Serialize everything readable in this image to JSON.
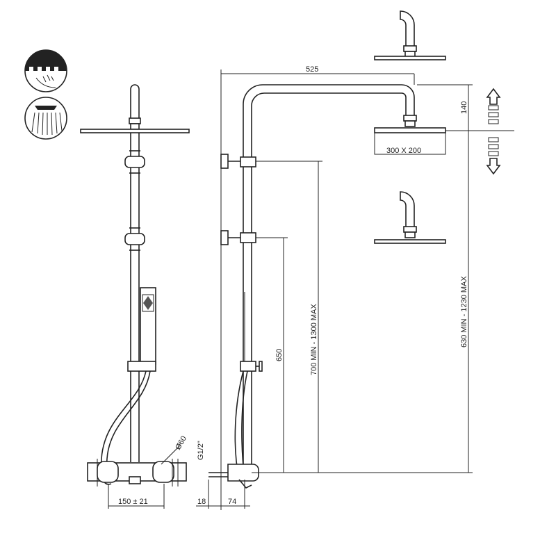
{
  "dimensions": {
    "arm_length": "525",
    "head_drop": "140",
    "head_size": "300 X 200",
    "bar_height_range": "700 MIN - 1300 MAX",
    "slider_height": "650",
    "total_range": "630 MIN - 1230 MAX",
    "connection_thread": "G1/2\"",
    "knob_diameter": "Ø60",
    "inlet_spacing": "150 ± 21",
    "wall_offset_small": "18",
    "wall_offset_large": "74"
  },
  "icons": [
    "rain-function-icon",
    "shower-spray-icon",
    "height-adjust-arrows-icon"
  ],
  "colors": {
    "line": "#222222",
    "background": "#ffffff"
  }
}
